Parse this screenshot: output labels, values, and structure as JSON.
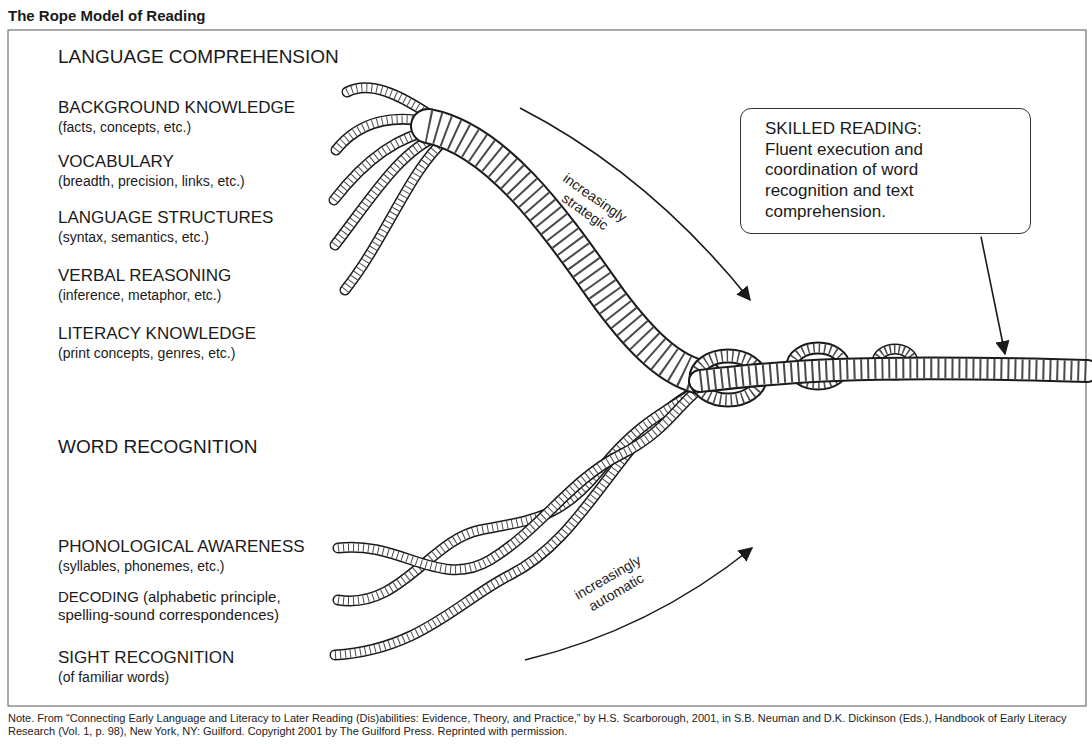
{
  "diagram": {
    "title": "The Rope Model of Reading",
    "caption": "Note. From “Connecting Early Language and Literacy to Later Reading (Dis)abilities: Evidence, Theory, and Practice,” by H.S. Scarborough, 2001, in S.B. Neuman and D.K. Dickinson (Eds.), Handbook of Early Literacy Research (Vol. 1, p. 98), New York, NY: Guilford. Copyright 2001 by The Guilford Press. Reprinted with permission.",
    "nodes": [
      {
        "text": [
          "SKILLED READING:",
          "Fluent execution and coordination of word recognition and text comprehension."
        ]
      }
    ],
    "labels": [
      "LANGUAGE COMPREHENSION",
      "BACKGROUND KNOWLEDGE",
      "(facts, concepts, etc.)",
      "VOCABULARY",
      "(breadth, precision, links, etc.)",
      "LANGUAGE STRUCTURES",
      "(syntax, semantics, etc.)",
      "VERBAL REASONING",
      "(inference, metaphor, etc.)",
      "LITERACY KNOWLEDGE",
      "(print concepts, genres, etc.)",
      "increasingly strategic",
      "WORD RECOGNITION",
      "PHONOLOGICAL AWARENESS",
      "(syllables, phonemes, etc.)",
      "DECODING (alphabetic principle, spelling-sound correspondences)",
      "SIGHT RECOGNITION",
      "(of familiar words)",
      "increasingly automatic"
    ]
  }
}
